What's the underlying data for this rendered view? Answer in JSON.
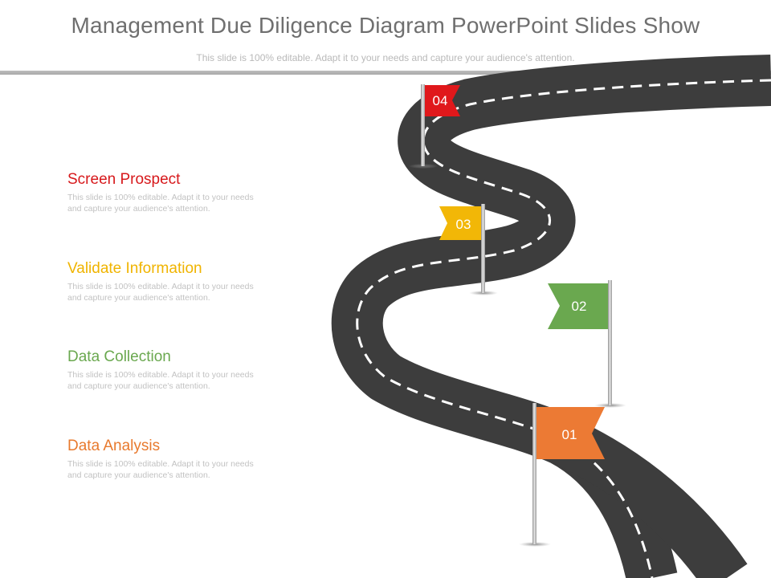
{
  "header": {
    "title": "Management Due Diligence Diagram PowerPoint Slides Show",
    "subtitle": "This slide is 100% editable. Adapt it to your needs and capture your audience's attention."
  },
  "items": [
    {
      "title": "Screen Prospect",
      "desc": "This slide is 100% editable. Adapt it to your needs and capture your audience's attention.",
      "color": "#d7191c"
    },
    {
      "title": "Validate Information",
      "desc": "This slide is 100% editable. Adapt it to your needs and capture your audience's attention.",
      "color": "#f0b400"
    },
    {
      "title": "Data Collection",
      "desc": "This slide is 100% editable. Adapt it to your needs and capture your audience's attention.",
      "color": "#6aa84f"
    },
    {
      "title": "Data Analysis",
      "desc": "This slide is 100% editable. Adapt it to your needs and capture your audience's attention.",
      "color": "#e87a2e"
    }
  ],
  "flags": [
    {
      "label": "04",
      "color": "#e0181b"
    },
    {
      "label": "03",
      "color": "#f2b707"
    },
    {
      "label": "02",
      "color": "#6aa84f"
    },
    {
      "label": "01",
      "color": "#ec7a34"
    }
  ],
  "road": {
    "asphalt_color": "#3d3d3d",
    "marking_color": "#ffffff"
  }
}
